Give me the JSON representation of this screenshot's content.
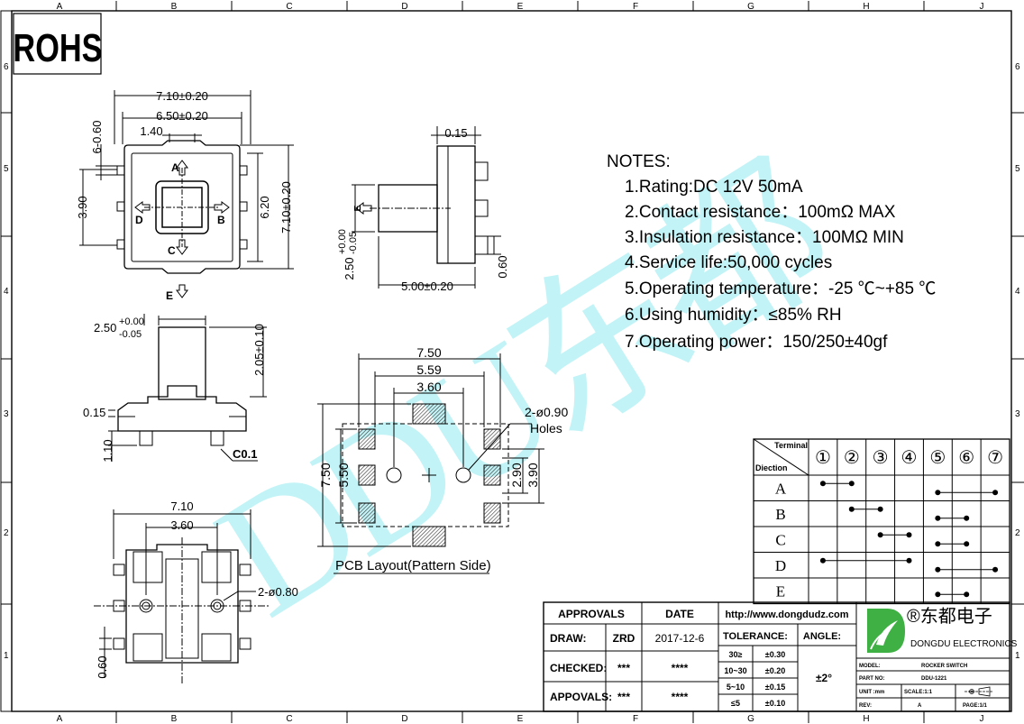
{
  "frame": {
    "columns": [
      "A",
      "B",
      "C",
      "D",
      "E",
      "F",
      "G",
      "H",
      "J"
    ],
    "rows": [
      "6",
      "5",
      "4",
      "3",
      "2",
      "1"
    ]
  },
  "rohs": "ROHS",
  "watermark": "DDU东都",
  "top_view": {
    "dims": {
      "w_outer": "7.10±0.20",
      "w_inner": "6.50±0.20",
      "w_knob": "1.40",
      "h_left_small": "6-0.60",
      "h_left": "3.90",
      "h_right_inner": "6.20",
      "h_right_outer": "7.10±0.20"
    },
    "dir_labels": {
      "a": "A",
      "b": "B",
      "c": "C",
      "d": "D",
      "e": "E"
    }
  },
  "side_view": {
    "dims": {
      "top": "0.15",
      "bottom": "5.00±0.20",
      "height_main": "2.50",
      "height_tol_up": "+0.00",
      "height_tol_down": "-0.05",
      "right": "0.60"
    },
    "marker": "E"
  },
  "front_view": {
    "dims": {
      "w_main": "2.50",
      "w_tol_up": "+0.00",
      "w_tol_down": "-0.05",
      "h_right": "2.05±0.10",
      "left_small": "0.15",
      "left_bottom": "1.10",
      "chamfer": "C0.1"
    }
  },
  "bottom_view": {
    "dims": {
      "w_outer": "7.10",
      "w_inner": "3.60",
      "holes": "2-ø0.80",
      "left_bottom": "0.60"
    }
  },
  "pcb": {
    "caption": "PCB Layout(Pattern Side)",
    "dims": {
      "w1": "7.50",
      "w2": "5.59",
      "w3": "3.60",
      "holes": "2-ø0.90",
      "holes_label": "Holes",
      "h_left_outer": "7.50",
      "h_left_inner": "5.50",
      "h_right_inner": "2.90",
      "h_right_outer": "3.90"
    }
  },
  "notes": {
    "title": "NOTES:",
    "items": [
      "1.Rating:DC 12V 50mA",
      "2.Contact resistance：100mΩ MAX",
      "3.Insulation resistance：100MΩ MIN",
      "4.Service life:50,000 cycles",
      "5.Operating temperature：-25 ℃~+85 ℃",
      "6.Using humidity：≤85% RH",
      "7.Operating power：150/250±40gf"
    ]
  },
  "terminal_table": {
    "header_terminal": "Terminal",
    "header_direction": "Diection",
    "terminals": [
      "①",
      "②",
      "③",
      "④",
      "⑤",
      "⑥",
      "⑦"
    ],
    "rows": [
      {
        "dir": "A",
        "connections": [
          [
            1,
            2
          ],
          [
            5,
            7
          ]
        ]
      },
      {
        "dir": "B",
        "connections": [
          [
            2,
            3
          ],
          [
            5,
            6
          ]
        ]
      },
      {
        "dir": "C",
        "connections": [
          [
            3,
            4
          ],
          [
            5,
            6
          ]
        ]
      },
      {
        "dir": "D",
        "connections": [
          [
            1,
            4
          ],
          [
            5,
            7
          ]
        ]
      },
      {
        "dir": "E",
        "connections": [
          [
            5,
            6
          ]
        ]
      }
    ]
  },
  "title_block": {
    "approvals": "APPROVALS",
    "date": "DATE",
    "draw": "DRAW:",
    "draw_name": "ZRD",
    "draw_date": "2017-12-6",
    "checked": "CHECKED:",
    "checked_name": "***",
    "checked_date": "****",
    "appovals": "APPOVALS:",
    "appovals_name": "***",
    "appovals_date": "****",
    "url": "http://www.dongdudz.com",
    "tolerance": "TOLERANCE:",
    "angle": "ANGLE:",
    "angle_value": "±2°",
    "tol_rows": [
      {
        "range": "30≥",
        "tol": "±0.30"
      },
      {
        "range": "10~30",
        "tol": "±0.20"
      },
      {
        "range": "5~10",
        "tol": "±0.15"
      },
      {
        "range": "≤5",
        "tol": "±0.10"
      }
    ],
    "brand_cn": "®东都电子",
    "brand_en": "DONGDU ELECTRONICS",
    "model_label": "MODEL:",
    "model_value": "ROCKER SWITCH",
    "part_label": "PART NO:",
    "part_value": "DDU-1221",
    "unit_label": "UNIT :mm",
    "scale_label": "SCALE:1:1",
    "rev_label": "REV:",
    "rev_value": "A",
    "page_label": "PAGE:1/1"
  },
  "colors": {
    "ink": "#000000",
    "watermark": "#7fe8ee",
    "logo_green": "#2fa83a",
    "hatch": "#555555"
  }
}
